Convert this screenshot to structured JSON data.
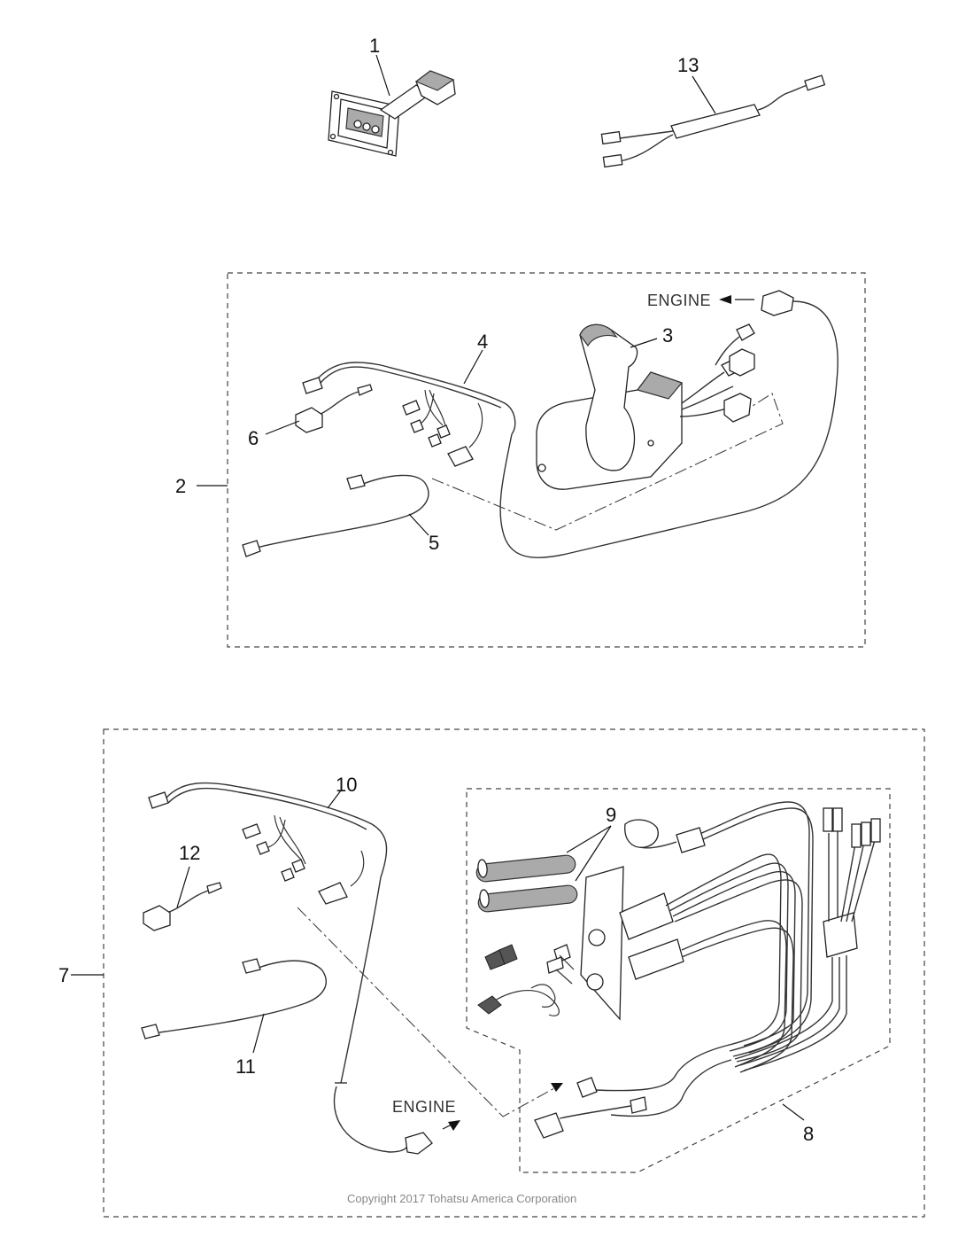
{
  "callouts": {
    "c1": "1",
    "c2": "2",
    "c3": "3",
    "c4": "4",
    "c5": "5",
    "c6": "6",
    "c7": "7",
    "c8": "8",
    "c9": "9",
    "c10": "10",
    "c11": "11",
    "c12": "12",
    "c13": "13"
  },
  "labels": {
    "engine_top": "ENGINE",
    "engine_bottom": "ENGINE"
  },
  "copyright": "Copyright 2017 Tohatsu America Corporation"
}
